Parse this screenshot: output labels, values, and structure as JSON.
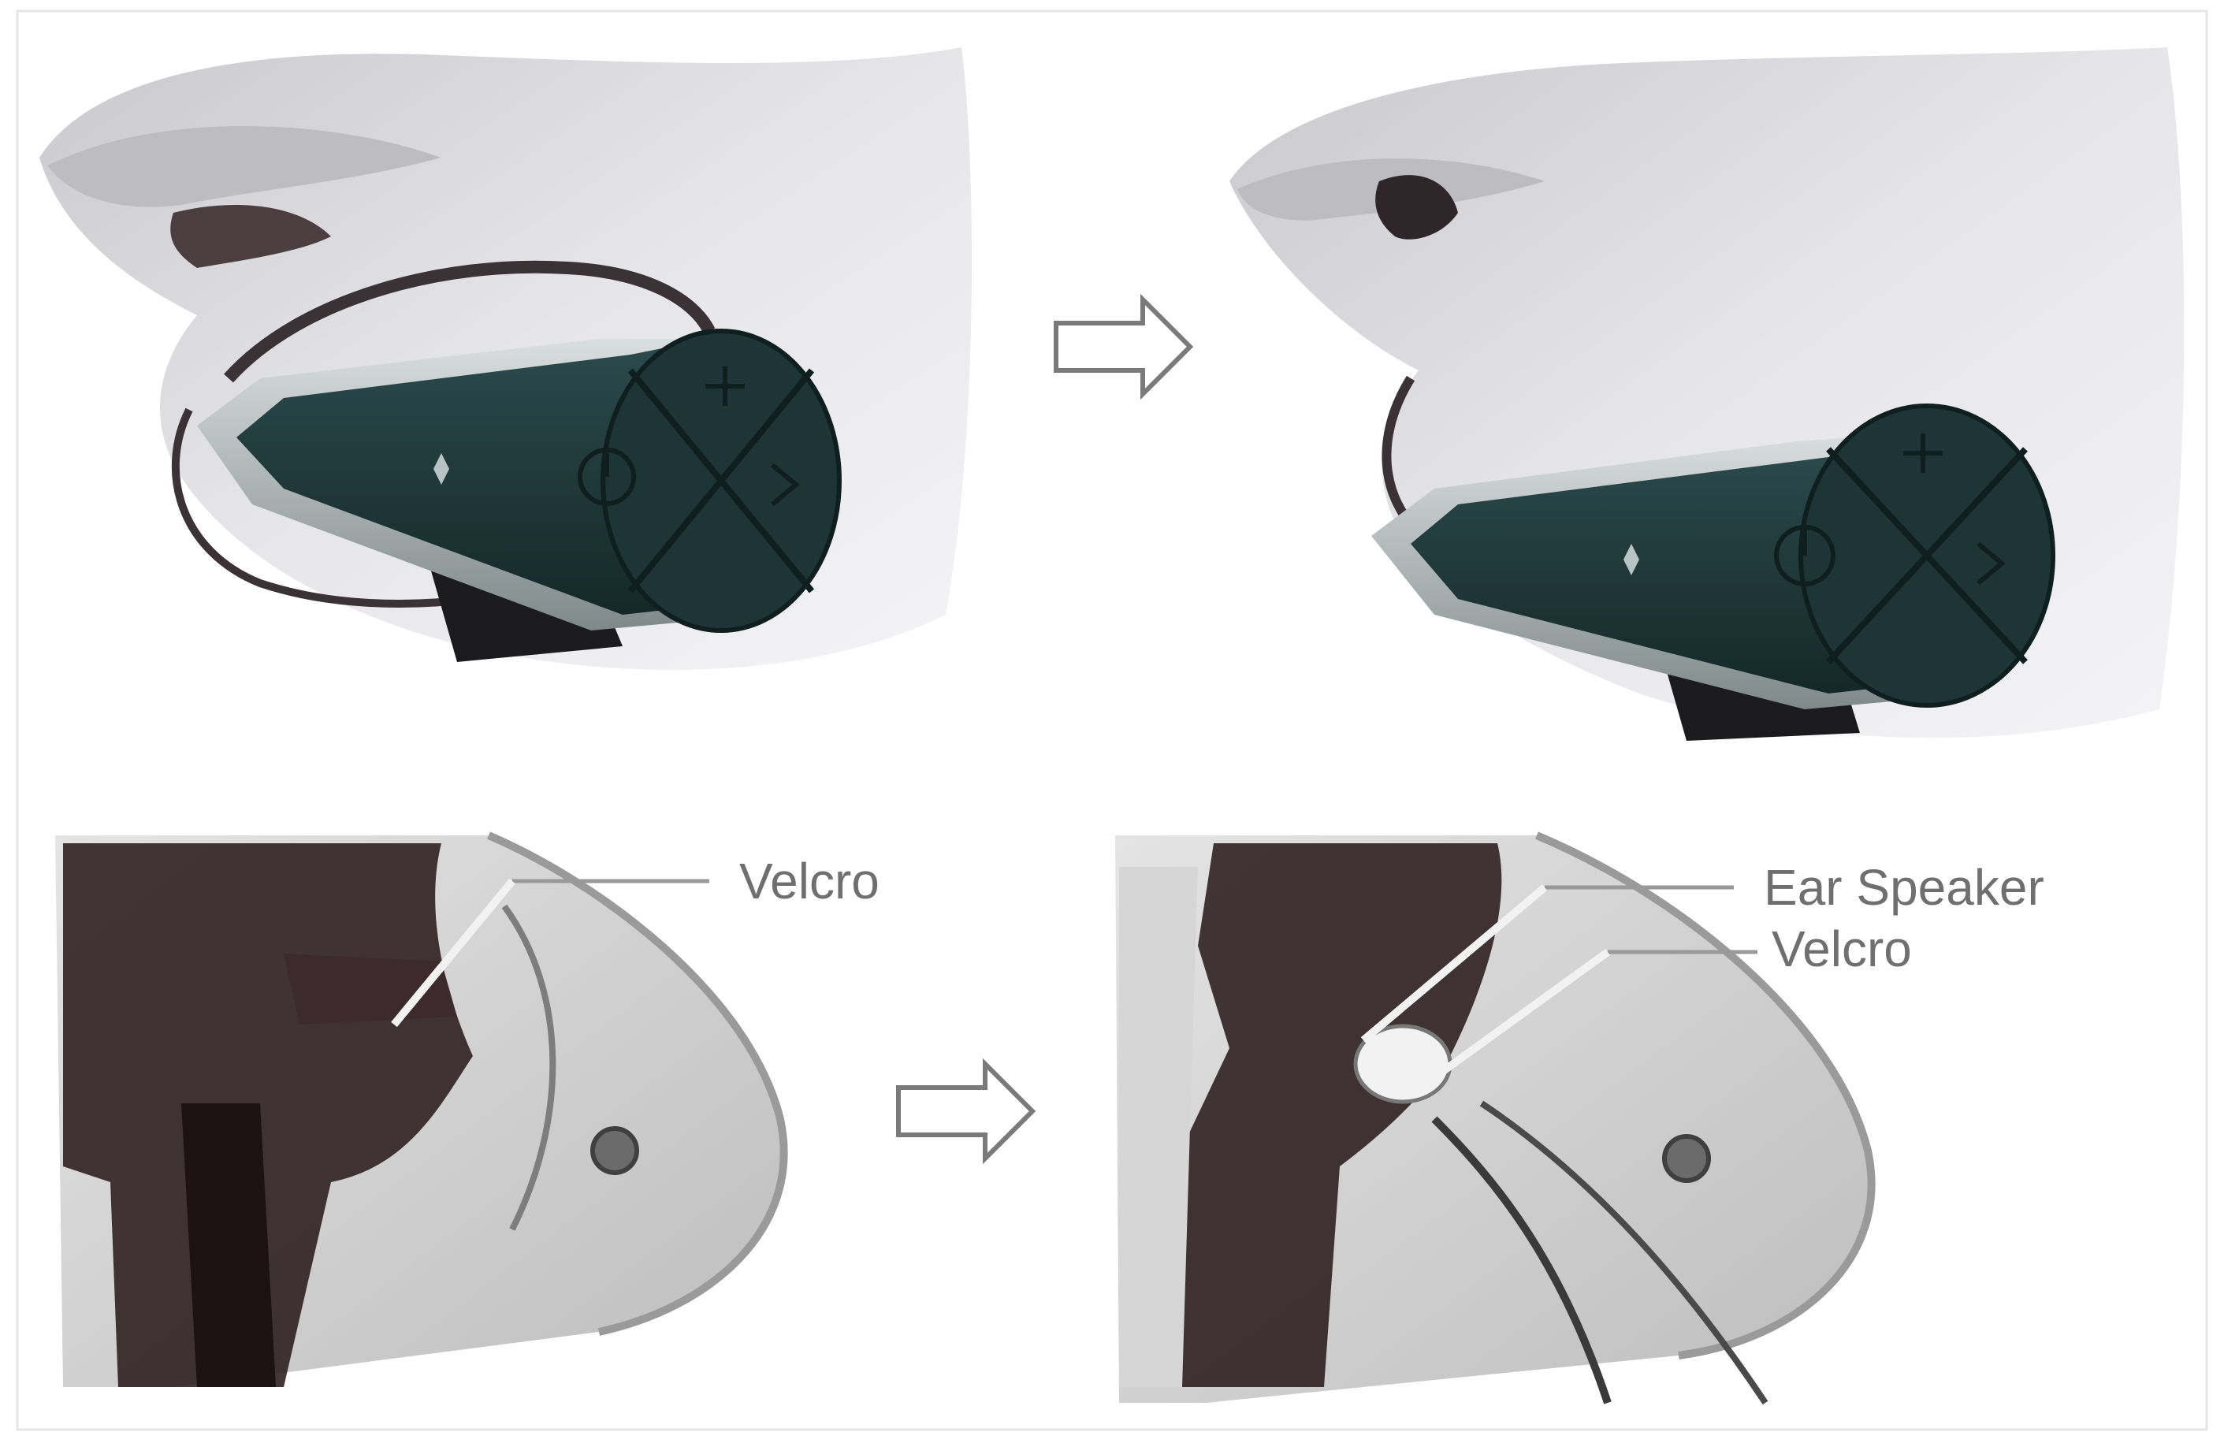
{
  "labels": {
    "bottom_left_velcro": "Velcro",
    "bottom_right_ear_speaker": "Ear Speaker",
    "bottom_right_velcro": "Velcro"
  },
  "icons": {
    "arrow": "right-arrow-icon",
    "button_power": "power-icon",
    "button_plus": "plus-icon",
    "button_next": "chevron-right-icon"
  },
  "colors": {
    "background": "#ffffff",
    "device_body": "#1f3a3c",
    "device_trim": "#b9c0c1",
    "helmet": "#d8d8dc",
    "padding_dark": "#2a1b1d",
    "label_text": "#6f6f6f"
  }
}
